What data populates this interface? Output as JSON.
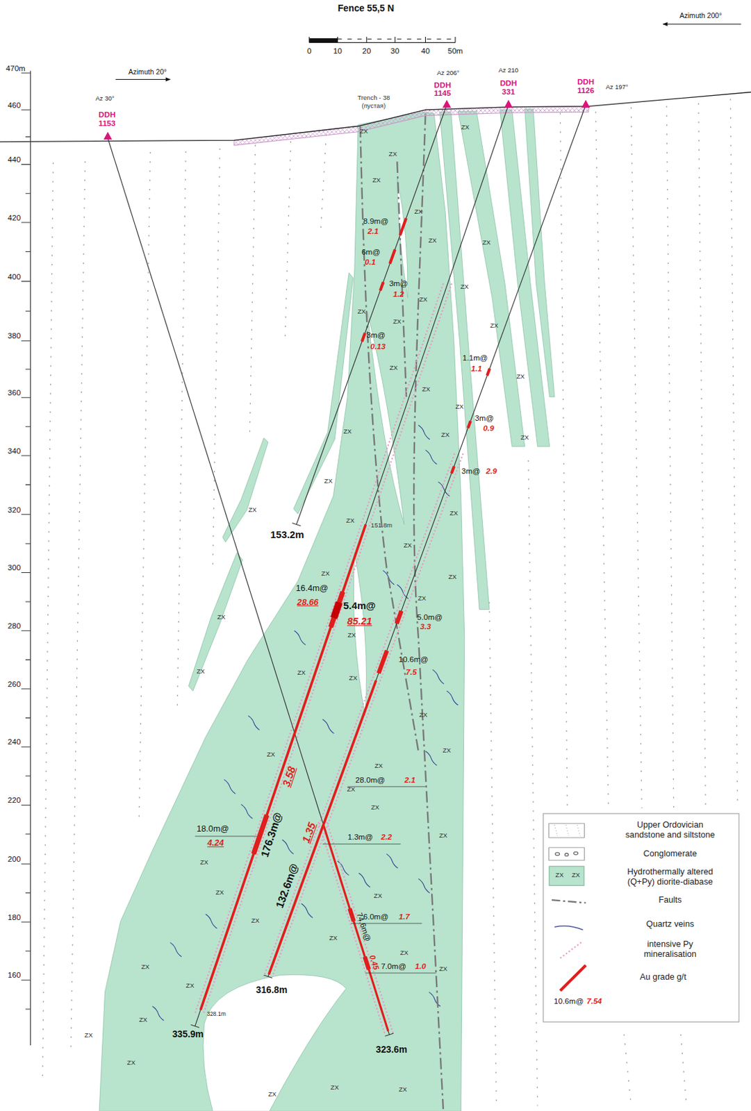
{
  "diagram": {
    "title": "Fence 55,5 N",
    "labels": [
      "Azimuth 20°",
      "Azimuth 200°",
      "0",
      "10",
      "20",
      "30",
      "40",
      "50m",
      "470m",
      "460",
      "440",
      "420",
      "400",
      "380",
      "360",
      "340",
      "320",
      "300",
      "280",
      "260",
      "240",
      "220",
      "200",
      "180",
      "160",
      "Az 30°",
      "DDH 1153",
      "Trench - 38",
      "(пустая)",
      "Az 206°",
      "DDH 1145",
      "Az 210",
      "DDH 331",
      "DDH 1126",
      "Az 197°",
      "8.9m@",
      "2.1",
      "6m@",
      "0.1",
      "3m@",
      "1.2",
      "3m@",
      "0.13",
      "1.1m@",
      "1.1",
      "3m@",
      "0.9",
      "3m@",
      "2.9",
      "151.8m",
      "153.2m",
      "16.4m@",
      "28.66",
      "5.4m@",
      "85.21",
      "5.0m@",
      "3.3",
      "10.6m@",
      "7.5",
      "28.0m@",
      "2.1",
      "1.3m@",
      "2.2",
      "18.0m@",
      "4.24",
      "176.3m@",
      "3.58",
      "132.6m@",
      "1.35",
      "74.6m@",
      "0.45",
      "6.0m@",
      "1.7",
      "7.0m@",
      "1.0",
      "316.8m",
      "328.1m",
      "335.9m",
      "323.6m",
      "10.6m@",
      "7.54",
      "ZX",
      "ZX",
      "ZX",
      "ZX",
      "ZX",
      "ZX",
      "ZX",
      "ZX",
      "ZX",
      "ZX",
      "ZX",
      "ZX",
      "ZX",
      "ZX",
      "ZX",
      "ZX",
      "ZX",
      "ZX",
      "ZX",
      "ZX",
      "ZX",
      "ZX",
      "ZX",
      "ZX",
      "ZX",
      "ZX",
      "ZX",
      "ZX",
      "ZX",
      "ZX",
      "ZX",
      "ZX",
      "ZX",
      "ZX",
      "ZX",
      "ZX",
      "ZX",
      "ZX",
      "ZX",
      "ZX",
      "ZX",
      "ZX",
      "ZX",
      "ZX",
      "ZX",
      "ZX",
      "ZX",
      "ZX",
      "ZX",
      "ZX",
      "ZX",
      "ZX",
      "ZX",
      "ZX",
      "ZX",
      "ZX"
    ],
    "legend": [
      {
        "text": "Upper Ordovician sandstone and siltstone"
      },
      {
        "text": "Conglomerate"
      },
      {
        "text": "Hydrothermally altered (Q+Py) diorite-diabase",
        "color": "#b8e3cd"
      },
      {
        "text": "Faults"
      },
      {
        "text": "Quartz veins"
      },
      {
        "text": "intensive Py mineralisation"
      },
      {
        "text": "Au grade g/t"
      }
    ]
  }
}
